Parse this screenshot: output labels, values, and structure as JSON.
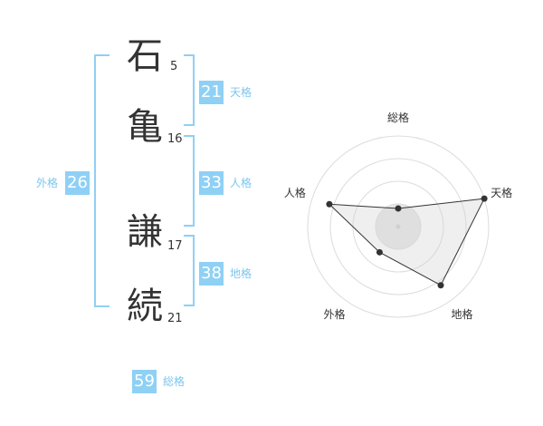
{
  "name": {
    "chars": [
      {
        "char": "石",
        "strokes": "5"
      },
      {
        "char": "亀",
        "strokes": "16"
      },
      {
        "char": "謙",
        "strokes": "17"
      },
      {
        "char": "続",
        "strokes": "21"
      }
    ]
  },
  "kakusu": {
    "tenkaku": {
      "value": "21",
      "label": "天格"
    },
    "jinkaku": {
      "value": "33",
      "label": "人格"
    },
    "chikaku": {
      "value": "38",
      "label": "地格"
    },
    "gaikaku": {
      "value": "26",
      "label": "外格"
    },
    "soukaku": {
      "value": "59",
      "label": "総格"
    }
  },
  "colors": {
    "accent": "#8fd0f5",
    "label_text": "#7bc6ef"
  },
  "chart_data": {
    "type": "radar",
    "axes": [
      "総格",
      "天格",
      "地格",
      "外格",
      "人格"
    ],
    "values": [
      0.2,
      1.0,
      0.8,
      0.35,
      0.8
    ],
    "rlim": [
      0,
      1
    ],
    "rings": 4
  }
}
